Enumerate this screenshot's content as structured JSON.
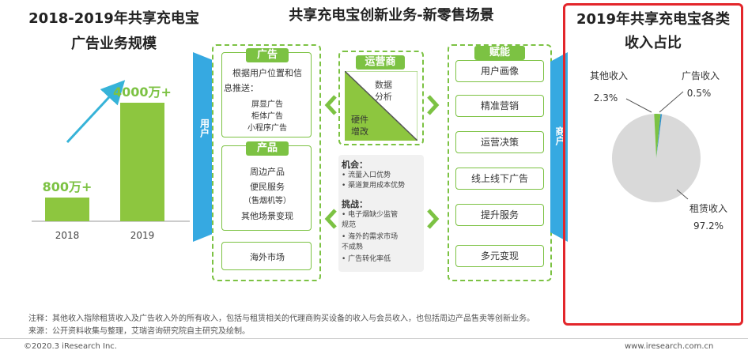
{
  "left_chart": {
    "title_line1": "2018-2019年共享充电宝",
    "title_line2": "广告业务规模",
    "chart_data": {
      "type": "bar",
      "categories": [
        "2018",
        "2019"
      ],
      "values": [
        800,
        4000
      ],
      "data_labels": [
        "800万+",
        "4000万+"
      ],
      "ylim": [
        0,
        4000
      ]
    }
  },
  "center": {
    "title": "共享充电宝创新业务-新零售场景",
    "user_label": "用户",
    "merchant_label": "商户",
    "ad_box": {
      "tag": "广告",
      "line1": "根据用户位置和信",
      "line2": "息推送：",
      "items": [
        "屏显广告",
        "柜体广告",
        "小程序广告"
      ]
    },
    "product_box": {
      "tag": "产品",
      "items": [
        "周边产品",
        "便民服务",
        "（售烟机等）",
        "其他场景变现"
      ]
    },
    "overseas": "海外市场",
    "operator": {
      "tag": "运营商",
      "upper": "数据\n分析",
      "lower": "硬件\n增改"
    },
    "opp": {
      "title": "机会：",
      "items": [
        "流量入口优势",
        "渠道复用成本优势"
      ]
    },
    "challenge": {
      "title": "挑战：",
      "items": [
        "电子烟缺少监管\n规范",
        "海外的需求市场\n不成熟",
        "广告转化率低"
      ]
    },
    "empower": {
      "tag": "赋能",
      "items": [
        "用户画像",
        "精准营销",
        "运营决策",
        "线上线下广告",
        "提升服务",
        "多元变现"
      ]
    }
  },
  "right_chart": {
    "title_line1": "2019年共享充电宝各类",
    "title_line2": "收入占比",
    "chart_data": {
      "type": "pie",
      "slices": [
        {
          "name": "租赁收入",
          "value": 97.2,
          "label": "97.2%"
        },
        {
          "name": "其他收入",
          "value": 2.3,
          "label": "2.3%"
        },
        {
          "name": "广告收入",
          "value": 0.5,
          "label": "0.5%"
        }
      ],
      "colors": [
        "#d9d9d9",
        "#7cc243",
        "#2f8fce"
      ]
    }
  },
  "footer": {
    "note": "注释：其他收入指除租赁收入及广告收入外的所有收入，包括与租赁相关的代理商购买设备的收入与会员收入，也包括周边产品售卖等创新业务。",
    "source": "来源：公开资料收集与整理，艾瑞咨询研究院自主研究及绘制。",
    "copyright": "©2020.3 iResearch Inc.",
    "website": "www.iresearch.com.cn"
  }
}
